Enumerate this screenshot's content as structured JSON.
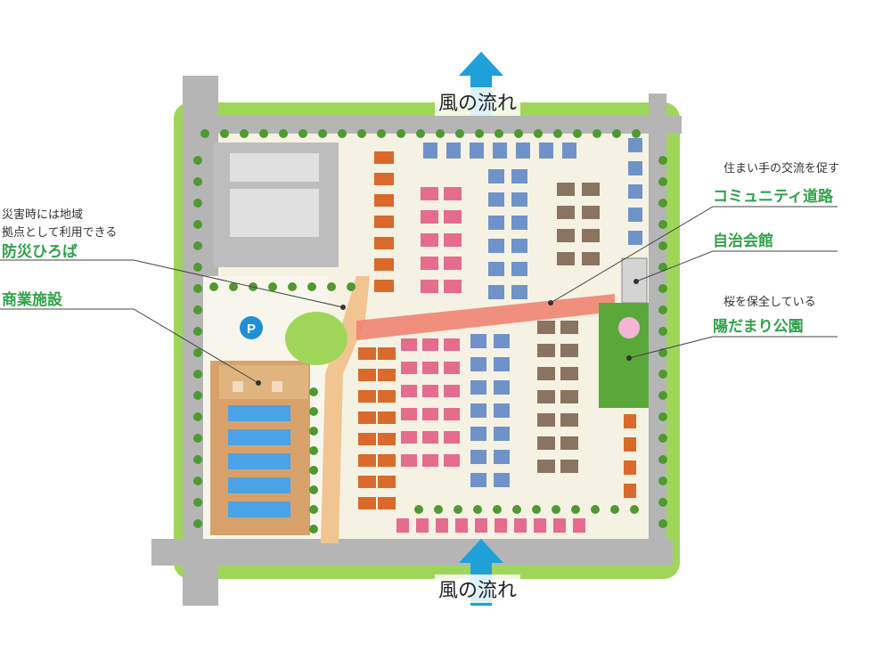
{
  "wind_top_label": "風の流れ",
  "wind_bottom_label": "風の流れ",
  "parking_label": "P",
  "callouts": {
    "disaster_plaza": {
      "line1": "災害時には地域",
      "line2": "拠点として利用できる",
      "title": "防災ひろば"
    },
    "commercial": {
      "title": "商業施設"
    },
    "community_road": {
      "line1": "住まい手の交流を促す",
      "title": "コミュニティ道路"
    },
    "community_hall": {
      "title": "自治会館"
    },
    "park": {
      "line1": "桜を保全している",
      "title": "陽だまり公園"
    }
  },
  "colors": {
    "accent_green": "#2fa34a",
    "lawn": "#9fd65a",
    "road": "#b5b5b5",
    "wind_arrow": "#1fa0d8",
    "community_road": "#f07e6c",
    "roof_orange": "#d96a2c",
    "roof_pink": "#e46c8f",
    "roof_blue": "#6f93c9",
    "roof_brown": "#8a7460",
    "park": "#5aa83a",
    "pool_blue": "#4aa3e6",
    "commercial_roof": "#d7a26a"
  }
}
